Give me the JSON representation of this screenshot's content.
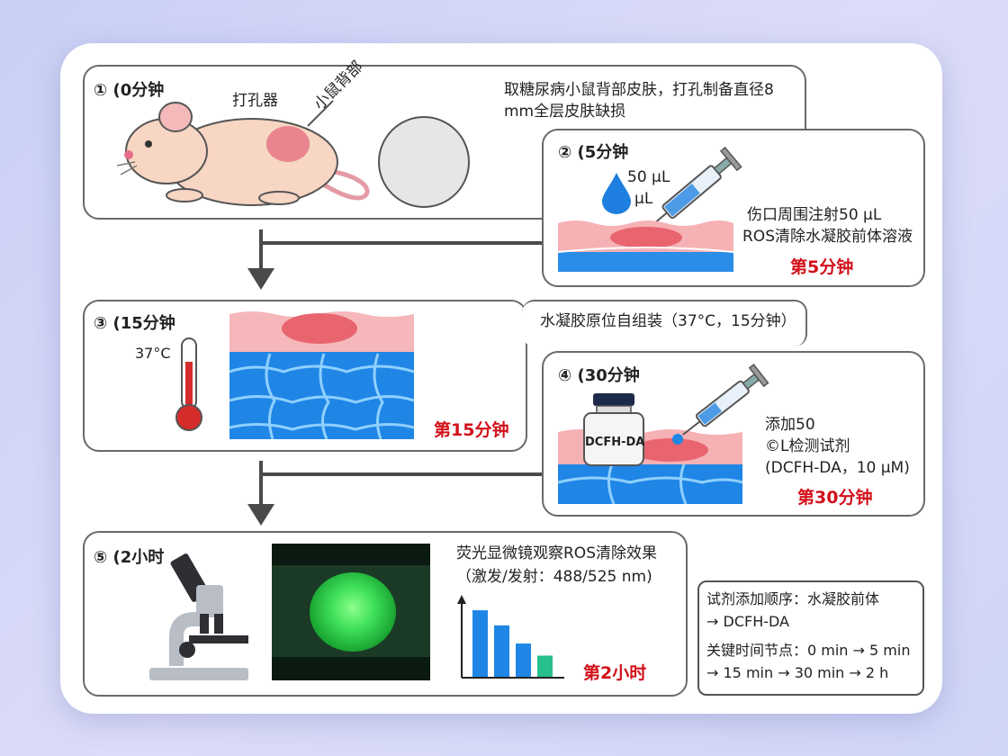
{
  "colors": {
    "accent_red": "#d2101a",
    "panel_border": "#6a6a6a",
    "arrow": "#4a4a4a",
    "skin_pink": "#f4a9b0",
    "blue_tissue": "#2f8ee8",
    "fluor_green": "#3ee05a"
  },
  "step1": {
    "label": "① (0分钟",
    "punch_label": "打孔器",
    "back_label": "小鼠背部",
    "description_l1": "取糖尿病小鼠背部皮肤，打孔制备直径8",
    "description_l2": "mm全层皮肤缺损"
  },
  "step2": {
    "label": "② (5分钟",
    "drop_volume_l1": "50 µL",
    "drop_volume_l2": "µL",
    "description_l1": "伤口周围注射50 µL",
    "description_l2": "ROS清除水凝胶前体溶液",
    "time_red": "第5分钟"
  },
  "step3": {
    "label": "③ (15分钟",
    "temperature": "37°C",
    "description": "水凝胶原位自组装（37°C，15分钟）",
    "time_red": "第15分钟"
  },
  "step4": {
    "label": "④ (30分钟",
    "vial_label": "DCFH-DA",
    "description_l1": "添加50",
    "description_l2": "©L检测试剂",
    "description_l3": "(DCFH-DA，10 µM)",
    "time_red": "第30分钟"
  },
  "step5": {
    "label": "⑤ (2小时",
    "description_l1": "荧光显微镜观察ROS清除效果",
    "description_l2": "（激发/发射：488/525 nm)",
    "time_red": "第2小时"
  },
  "chart_data": {
    "type": "bar",
    "categories": [
      "",
      "",
      "",
      ""
    ],
    "values": [
      88,
      68,
      44,
      28
    ],
    "bar_colors": [
      "#1f86e6",
      "#1f86e6",
      "#1f86e6",
      "#27c08a"
    ],
    "title": "",
    "xlabel": "",
    "ylabel": "",
    "ylim": [
      0,
      100
    ],
    "grid": false
  },
  "legend": {
    "line1": "试剂添加顺序：水凝胶前体",
    "line2": "→ DCFH-DA",
    "line3": "关键时间节点：0 min → 5 min",
    "line4": "→ 15 min → 30 min → 2 h"
  }
}
